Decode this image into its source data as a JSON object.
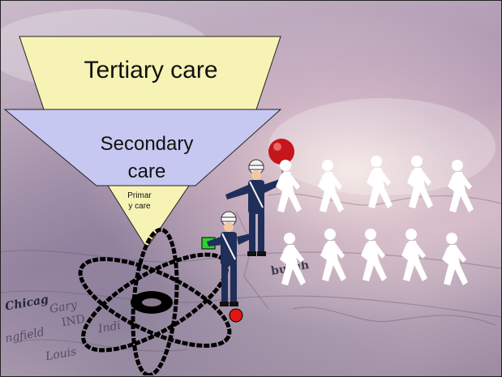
{
  "pyramid": {
    "tertiary_label": "Tertiary care",
    "secondary_label_line1": "Secondary",
    "secondary_label_line2": "care",
    "primary_label_line1": "Primar",
    "primary_label_line2": "y care"
  },
  "map_words": [
    "Chicag",
    "Gary",
    "IND",
    "ngfield",
    "Louis",
    "burgh",
    "Indi"
  ],
  "colors": {
    "tertiary_fill": "#f7f3b5",
    "secondary_fill": "#c7c8f1",
    "primary_fill": "#f7f3b5",
    "people_fill": "#ffffff",
    "pin_head": "#c4161c",
    "flag_green": "#2fd12f",
    "flag_red": "#e31515"
  },
  "icons": [
    "traffic-officer-icon",
    "walking-person-icon",
    "atom-icon",
    "map-pin-icon"
  ]
}
